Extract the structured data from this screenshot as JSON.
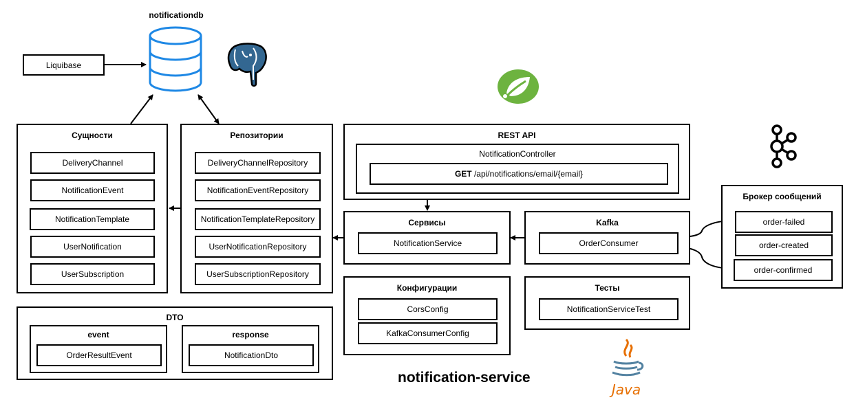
{
  "database": {
    "label": "notificationdb"
  },
  "liquibase": {
    "label": "Liquibase"
  },
  "entities": {
    "title": "Сущности",
    "items": [
      "DeliveryChannel",
      "NotificationEvent",
      "NotificationTemplate",
      "UserNotification",
      "UserSubscription"
    ]
  },
  "repositories": {
    "title": "Репозитории",
    "items": [
      "DeliveryChannelRepository",
      "NotificationEventRepository",
      "NotificationTemplateRepository",
      "UserNotificationRepository",
      "UserSubscriptionRepository"
    ]
  },
  "rest_api": {
    "title": "REST API",
    "controller": "NotificationController",
    "endpoint_method": "GET",
    "endpoint_path": " /api/notifications/email/{email}"
  },
  "services": {
    "title": "Сервисы",
    "items": [
      "NotificationService"
    ]
  },
  "kafka": {
    "title": "Kafka",
    "items": [
      "OrderConsumer"
    ]
  },
  "broker": {
    "title": "Брокер сообщений",
    "topics": [
      "order-failed",
      "order-created",
      "order-confirmed"
    ]
  },
  "configs": {
    "title": "Конфигурации",
    "items": [
      "CorsConfig",
      "KafkaConsumerConfig"
    ]
  },
  "tests": {
    "title": "Тесты",
    "items": [
      "NotificationServiceTest"
    ]
  },
  "dto": {
    "title": "DTO",
    "event": {
      "title": "event",
      "items": [
        "OrderResultEvent"
      ]
    },
    "response": {
      "title": "response",
      "items": [
        "NotificationDto"
      ]
    }
  },
  "service_name": "notification-service",
  "logos": {
    "postgres": "postgresql-elephant-logo",
    "spring": "spring-leaf-logo",
    "kafka": "kafka-logo",
    "java": "java-logo",
    "java_text": "Java"
  },
  "colors": {
    "db_stroke": "#1E88E5",
    "postgres_blue": "#336791",
    "spring_green": "#6DB33F",
    "java_red": "#E76F00",
    "java_blue": "#5382A1"
  }
}
